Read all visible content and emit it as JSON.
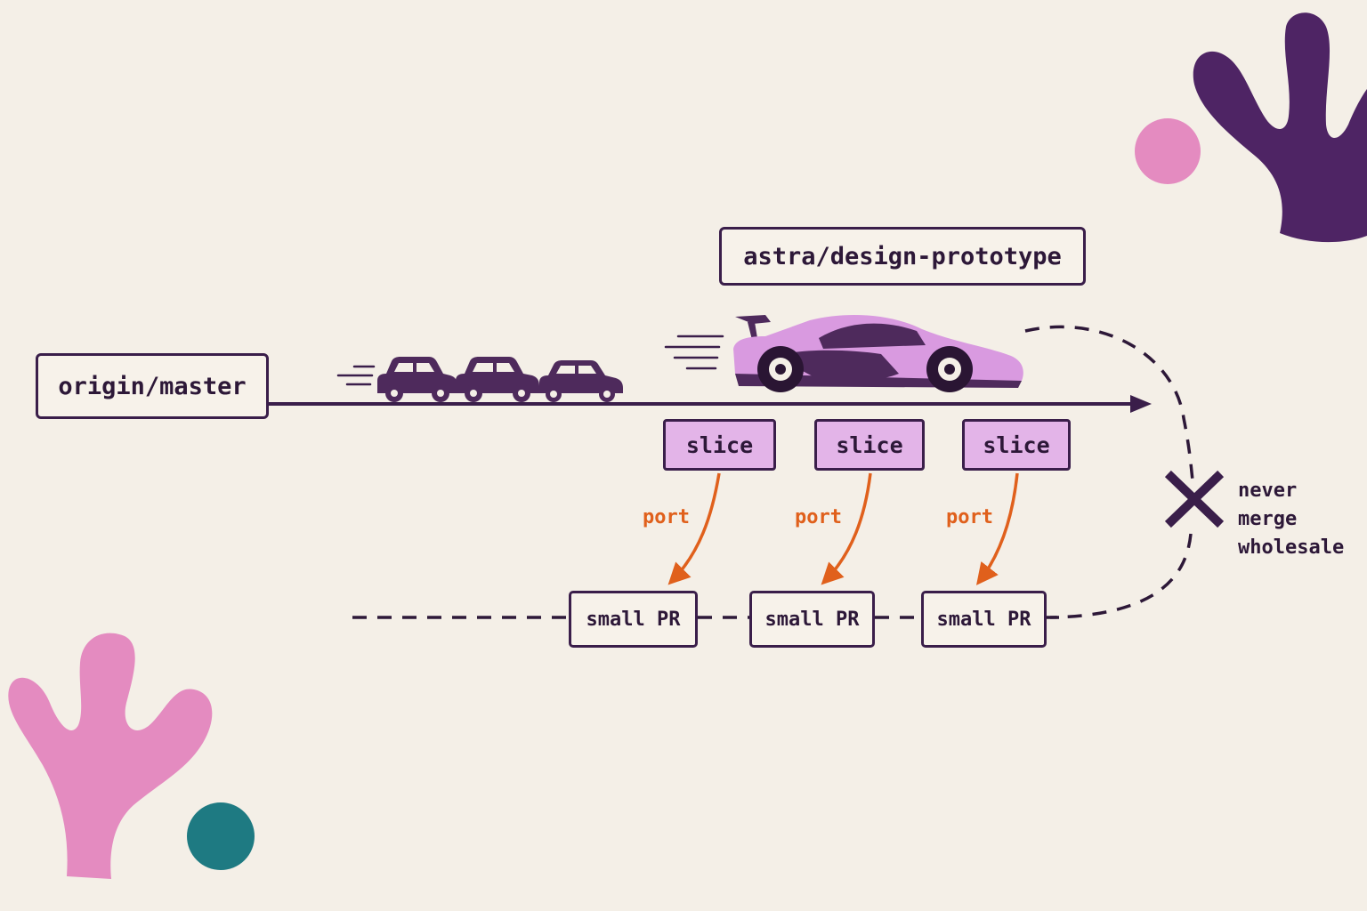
{
  "branches": {
    "main": "origin/master",
    "prototype": "astra/design-prototype"
  },
  "slices": [
    "slice",
    "slice",
    "slice"
  ],
  "ports": [
    "port",
    "port",
    "port"
  ],
  "prs": [
    "small PR",
    "small PR",
    "small PR"
  ],
  "warning": {
    "lines": [
      "never",
      "merge",
      "wholesale"
    ]
  },
  "colors": {
    "background": "#f4efe7",
    "ink": "#3a1e4a",
    "slice_fill": "#e3b4e8",
    "port_arrow": "#e0601c",
    "deco_purple": "#4e2464",
    "deco_pink": "#e48bc0",
    "deco_teal": "#1e7a82",
    "sports_car": "#d99ae0"
  },
  "icons": [
    "traffic-cars-icon",
    "sports-car-icon",
    "blocked-x-icon",
    "coral-decoration-icon",
    "dot-decoration-icon"
  ]
}
